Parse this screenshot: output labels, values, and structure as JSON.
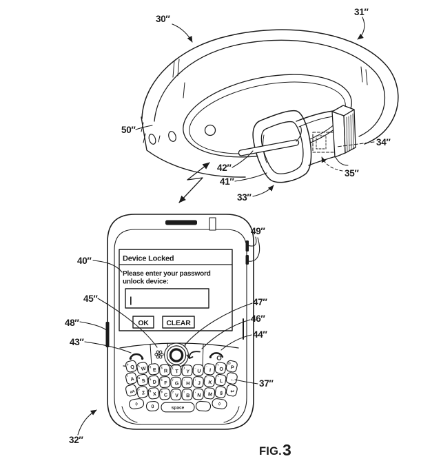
{
  "figure": {
    "caption_prefix": "FIG.",
    "caption_number": "3"
  },
  "colors": {
    "ink": "#1b1b1b",
    "paper": "#ffffff"
  },
  "icons": {
    "wireless": "zigzag-double-arrow-icon",
    "call_key": "call-handset-icon",
    "menu_key": "menu-flower-icon",
    "trackball": "trackball",
    "back_key": "back-arrow-icon",
    "end_key": "end-call-icon"
  },
  "labels": [
    {
      "id": "30",
      "text": "30″"
    },
    {
      "id": "31",
      "text": "31″"
    },
    {
      "id": "50",
      "text": "50″"
    },
    {
      "id": "42",
      "text": "42″"
    },
    {
      "id": "41",
      "text": "41″"
    },
    {
      "id": "33",
      "text": "33″"
    },
    {
      "id": "34",
      "text": "34″"
    },
    {
      "id": "35",
      "text": "35″"
    },
    {
      "id": "40",
      "text": "40″"
    },
    {
      "id": "45",
      "text": "45″"
    },
    {
      "id": "48",
      "text": "48″"
    },
    {
      "id": "43",
      "text": "43″"
    },
    {
      "id": "49",
      "text": "49″"
    },
    {
      "id": "47",
      "text": "47″"
    },
    {
      "id": "46",
      "text": "46″"
    },
    {
      "id": "44",
      "text": "44″"
    },
    {
      "id": "37",
      "text": "37″"
    },
    {
      "id": "32",
      "text": "32″"
    }
  ],
  "phone": {
    "screen": {
      "title": "Device Locked",
      "prompt_line1": "Please enter your password",
      "prompt_line2": "unlock device:",
      "input_value": "",
      "cursor": "|",
      "ok_label": "OK",
      "clear_label": "CLEAR"
    },
    "keyboard": {
      "rows": [
        [
          {
            "main": "Q",
            "alt": "#"
          },
          {
            "main": "W",
            "alt": "1"
          },
          {
            "main": "E",
            "alt": "2"
          },
          {
            "main": "R",
            "alt": "3"
          },
          {
            "main": "T",
            "alt": "("
          },
          {
            "main": "Y",
            "alt": ")"
          },
          {
            "main": "U",
            "alt": "_"
          },
          {
            "main": "I",
            "alt": "-"
          },
          {
            "main": "O",
            "alt": "+"
          },
          {
            "main": "P",
            "alt": "@"
          }
        ],
        [
          {
            "main": "A",
            "alt": "*"
          },
          {
            "main": "S",
            "alt": "4"
          },
          {
            "main": "D",
            "alt": "5"
          },
          {
            "main": "F",
            "alt": "6"
          },
          {
            "main": "G",
            "alt": "/"
          },
          {
            "main": "H",
            "alt": ":"
          },
          {
            "main": "J",
            "alt": ";"
          },
          {
            "main": "K",
            "alt": "'"
          },
          {
            "main": "L",
            "alt": "\""
          },
          {
            "main": "←",
            "alt": ""
          }
        ],
        [
          {
            "main": "aA",
            "alt": ""
          },
          {
            "main": "Z",
            "alt": "7"
          },
          {
            "main": "X",
            "alt": "8"
          },
          {
            "main": "C",
            "alt": "9"
          },
          {
            "main": "V",
            "alt": "?"
          },
          {
            "main": "B",
            "alt": "!"
          },
          {
            "main": "N",
            "alt": ","
          },
          {
            "main": "M",
            "alt": "."
          },
          {
            "main": "$",
            "alt": ""
          },
          {
            "main": "↵",
            "alt": ""
          }
        ]
      ],
      "bottom_row": [
        {
          "main": "◊"
        },
        {
          "main": "0"
        },
        {
          "main": "space"
        },
        {
          "main": ""
        },
        {
          "main": "◊"
        }
      ],
      "space_label": "space"
    }
  }
}
